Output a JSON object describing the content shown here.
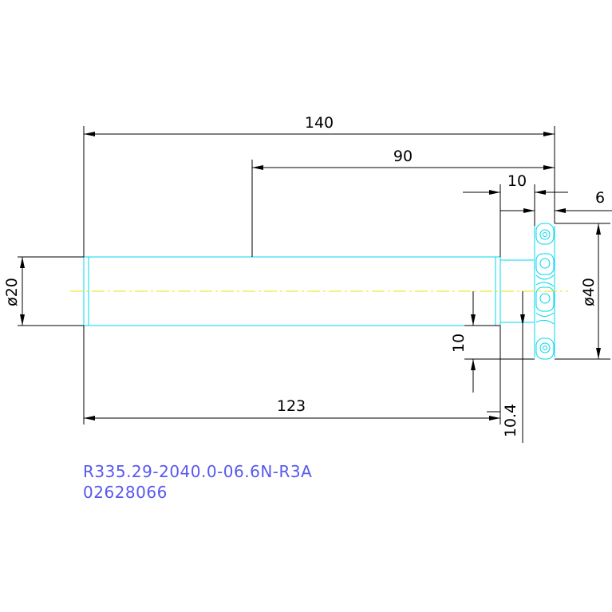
{
  "drawing": {
    "dimensions": {
      "overall_length": "140",
      "length_90": "90",
      "length_10_top": "10",
      "length_6": "6",
      "diameter_40": "ø40",
      "diameter_20": "ø20",
      "length_123": "123",
      "length_10_vertical": "10",
      "length_10_4": "10.4"
    },
    "labels": {
      "part_code": "R335.29-2040.0-06.6N-R3A",
      "order_number": "02628066"
    },
    "colors": {
      "background": "#ffffff",
      "part_outline": "#00d8f0",
      "centerline": "#f0e000",
      "dimension": "#000000",
      "label": "#5858f0"
    }
  }
}
